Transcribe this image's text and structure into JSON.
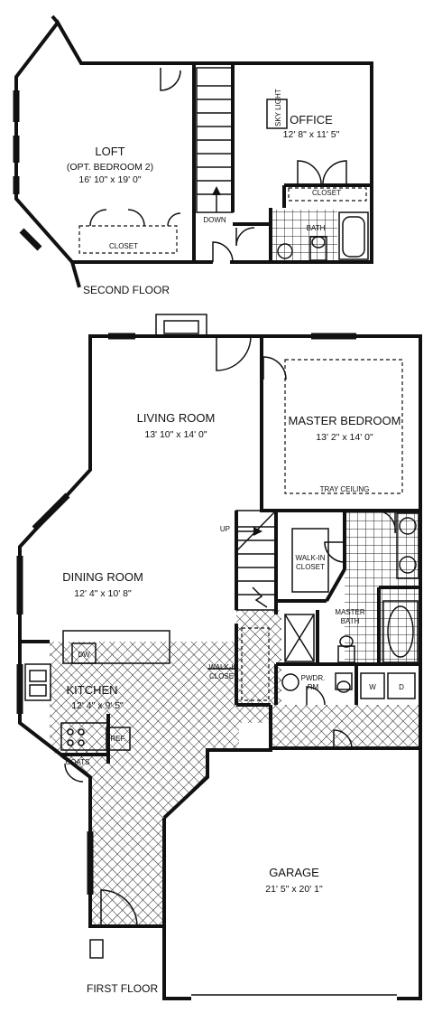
{
  "second_floor": {
    "caption": "SECOND FLOOR",
    "loft": {
      "name": "LOFT",
      "alt": "(OPT. BEDROOM 2)",
      "dims": "16' 10\" x 19' 0\""
    },
    "office": {
      "name": "OFFICE",
      "dims": "12' 8\" x 11' 5\"",
      "skylight": "SKY LIGHT"
    },
    "labels": {
      "closet_loft": "CLOSET",
      "closet_office": "CLOSET",
      "bath": "BATH",
      "down": "DOWN"
    }
  },
  "first_floor": {
    "caption": "FIRST FLOOR",
    "living": {
      "name": "LIVING ROOM",
      "dims": "13' 10\" x 14' 0\""
    },
    "master": {
      "name": "MASTER BEDROOM",
      "dims": "13' 2\" x 14' 0\"",
      "ceiling": "TRAY CEILING"
    },
    "dining": {
      "name": "DINING ROOM",
      "dims": "12' 4\" x 10' 8\""
    },
    "kitchen": {
      "name": "KITCHEN",
      "dims": "12' 4\" x 9' 5\""
    },
    "garage": {
      "name": "GARAGE",
      "dims": "21' 5\" x 20' 1\""
    },
    "labels": {
      "up": "UP",
      "walkin_1": "WALK-IN",
      "walkin_1b": "CLOSET",
      "walkin_2": "WALK-IN",
      "walkin_2b": "CLOSET",
      "master_bath_1": "MASTER",
      "master_bath_2": "BATH",
      "pwdr_1": "PWDR.",
      "pwdr_2": "RM",
      "dw": "DW",
      "ref": "REF.",
      "coats": "COATS",
      "w": "W",
      "d": "D"
    }
  }
}
